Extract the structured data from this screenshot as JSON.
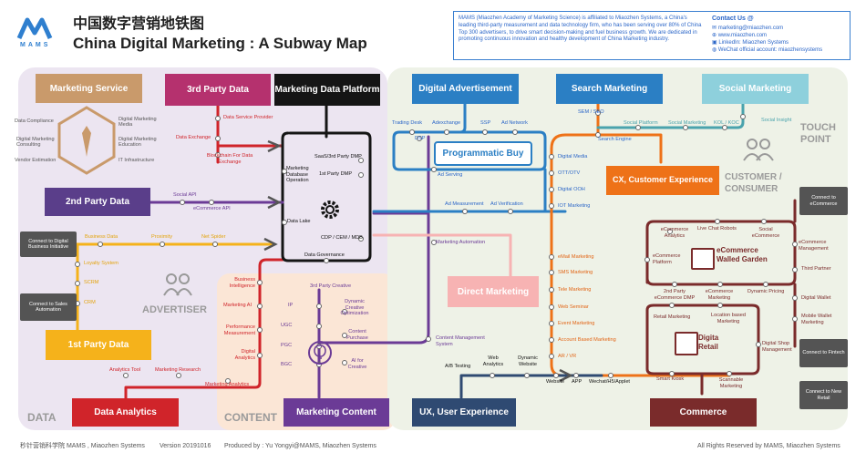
{
  "header": {
    "logo_text": "MAMS",
    "title_cn": "中国数字营销地铁图",
    "title_en": "China Digital Marketing : A Subway Map",
    "about": "MAMS (Miaozhen Academy of Marketing Science) is affiliated to Miaozhen Systems, a China's leading third-party measurement and data technology firm, who has been serving over 80% of China Top 300 advertisers, to drive smart decision-making and fuel business growth. We are dedicated in promoting continuous innovation and healthy development of China Marketing industry.",
    "contact_title": "Contact Us @",
    "contacts": [
      "marketing@miaozhen.com",
      "www.miaozhen.com",
      "LinkedIn: Miaozhen Systems",
      "WeChat official account: miaozhensystems"
    ]
  },
  "zones": {
    "touch_point": "TOUCH POINT",
    "customer": "CUSTOMER / CONSUMER",
    "advertiser": "ADVERTISER",
    "data": "DATA",
    "content": "CONTENT"
  },
  "boxes": {
    "marketing_service": "Marketing Service",
    "third_party_data": "3rd Party Data",
    "marketing_data_platform": "Marketing Data Platform",
    "digital_advertisement": "Digital Advertisement",
    "search_marketing": "Search Marketing",
    "social_marketing": "Social Marketing",
    "programmatic_buy": "Programmatic Buy",
    "cx": "CX, Customer  Experience",
    "second_party_data": "2nd Party Data",
    "first_party_data": "1st Party Data",
    "direct_marketing": "Direct Marketing",
    "data_analytics": "Data Analytics",
    "marketing_content": "Marketing Content",
    "ux": "UX, User Experience",
    "commerce": "Commerce",
    "ecommerce_wg": "eCommerce Walled Garden",
    "digita_retail": "Digita Retail"
  },
  "side_boxes": [
    "Connect to eCommerce",
    "Connect to Digital Business Initiative",
    "Connect to Sales Automation",
    "Connect to Fintech",
    "Connect to New Retail"
  ],
  "service_items": [
    "Data Compliance",
    "Digital Marketing Consulting",
    "Vendor Estimation",
    "Digital Marketing Media",
    "Digital Marketing Education",
    "IT Infrastructure"
  ],
  "labels": {
    "data_service_provider": "Data Service Provider",
    "data_exchange": "Data Exchange",
    "blockchain": "Blockchain For Data Exchange",
    "mdo": "Marketing Database Operation",
    "saas_dmp": "SaaS/3rd Party DMP",
    "first_party_dmp": "1st Party DMP",
    "data_lake": "Data Lake",
    "cdp": "CDP / CEM / MDB",
    "data_governance": "Data Governance",
    "social_api": "Social API",
    "ecommerce_api": "eCommerce API",
    "business_data": "Business Data",
    "proximity": "Proximity",
    "net_spider": "Net Spider",
    "loyalty": "Loyalty System",
    "scrm": "SCRM",
    "crm": "CRM",
    "trading_desk": "Trading Desk",
    "adexchange": "Adexchange",
    "ssp": "SSP",
    "ad_network": "Ad Network",
    "dsp": "DSP",
    "ad_serving": "Ad Serving",
    "ad_measurement": "Ad Measurement",
    "ad_verification": "Ad Verification",
    "sem_seo": "SEM / SEO",
    "search_engine": "Search Engine",
    "social_platform": "Social Platform",
    "social_marketing_st": "Social Marketing",
    "kol": "KOL / KOC",
    "social_insight": "Social Insight",
    "digital_media": "Digital Media",
    "ott": "OTT/OTV",
    "dooh": "Digital OOH",
    "iot": "IOT Marketing",
    "marketing_automation": "Marketing Automation",
    "email": "eMail Marketing",
    "sms": "SMS Marketing",
    "tele": "Tele Marketing",
    "web_seminar": "Web Seminar",
    "event": "Event Marketing",
    "abm": "Account Based Marketing",
    "ar_vr": "AR / VR",
    "cms": "Content Management System",
    "ab_testing": "A/B Testing",
    "web_analytics": "Web Analytics",
    "dynamic_website": "Dynamic Website",
    "website": "Website",
    "app": "APP",
    "wechat": "Wechat/H5/Applet",
    "bi": "Business Intelligence",
    "marketing_ai": "Marketing AI",
    "perf": "Performance Measurement",
    "digital_analytics": "Digital Analytics",
    "analytics_tool": "Analytics Tool",
    "marketing_research": "Marketing Research",
    "marketing_analytics": "Marketing Analytics",
    "third_party_creative": "3rd Party Creative",
    "ip": "IP",
    "ugc": "UGC",
    "pgc": "PGC",
    "bgc": "BGC",
    "dco": "Dynamic Creative Optimization",
    "content_purchase": "Content Purchase",
    "ai_creative": "AI for Creative",
    "ec_analytics": "eCommerce Analytics",
    "live_chat": "Live Chat Robots",
    "social_ecommerce": "Social eCommerce",
    "ec_management": "eCommerce Management",
    "ec_platform": "eCommerce Platform",
    "third_partner": "Third Partner",
    "second_dmp": "2nd Party eCommerce DMP",
    "ec_marketing": "eCommerce Marketing",
    "dynamic_pricing": "Dynamic Pricing",
    "digital_wallet": "Digital Wallet",
    "mobile_wallet": "Mobile Wallet Marketing",
    "retail_marketing": "Retail Marketing",
    "location_marketing": "Location based Marketing",
    "digital_shop": "Digital Shop Management",
    "smart_kiosk": "Smart Kiosk",
    "scannable": "Scannable Marketing"
  },
  "footer": {
    "left": "秒针营销科学院 MAMS , Miaozhen Systems",
    "version": "Version 20191016",
    "produced": "Produced by : Yu Yongyi@MAMS, Miaozhen Systems",
    "rights": "All Rights Reserved by MAMS, Miaozhen Systems"
  },
  "colors": {
    "red": "#d0242a",
    "blue": "#2b7fc4",
    "orange": "#ee7218",
    "purple": "#6b3b96",
    "yellow": "#f5b21b",
    "brown": "#7a2b2b",
    "black": "#151515",
    "teal": "#4aa3ad",
    "pink": "#f7b3b3",
    "navy": "#2f4a72"
  }
}
